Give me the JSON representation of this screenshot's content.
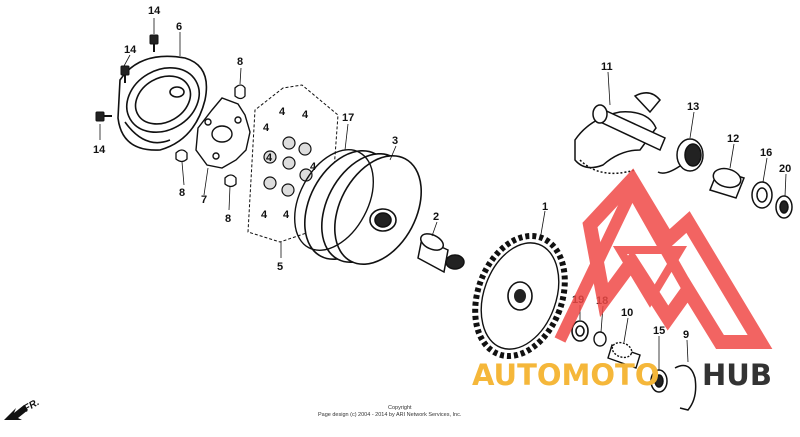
{
  "diagram": {
    "callouts": {
      "c14a": "14",
      "c6": "6",
      "c14b": "14",
      "c14c": "14",
      "c8a": "8",
      "c8b": "8",
      "c8c": "8",
      "c7": "7",
      "c4a": "4",
      "c4b": "4",
      "c4c": "4",
      "c4d": "4",
      "c4e": "4",
      "c4f": "4",
      "c4g": "4",
      "c5": "5",
      "c17": "17",
      "c3": "3",
      "c2": "2",
      "c1": "1",
      "c11": "11",
      "c13": "13",
      "c12": "12",
      "c16": "16",
      "c20": "20",
      "c19": "19",
      "c18": "18",
      "c10": "10",
      "c15": "15",
      "c9": "9"
    },
    "copyright_line1": "Copyright",
    "copyright_line2": "Page design (c) 2004 - 2014 by ARI Network Services, Inc.",
    "front_label": "FR."
  },
  "watermark": {
    "text_left": "AUTOMOTO",
    "text_right": "HUB",
    "color_accent": "#f04a47",
    "color_text_left": "#f5b73a",
    "color_text_right": "#333333"
  }
}
